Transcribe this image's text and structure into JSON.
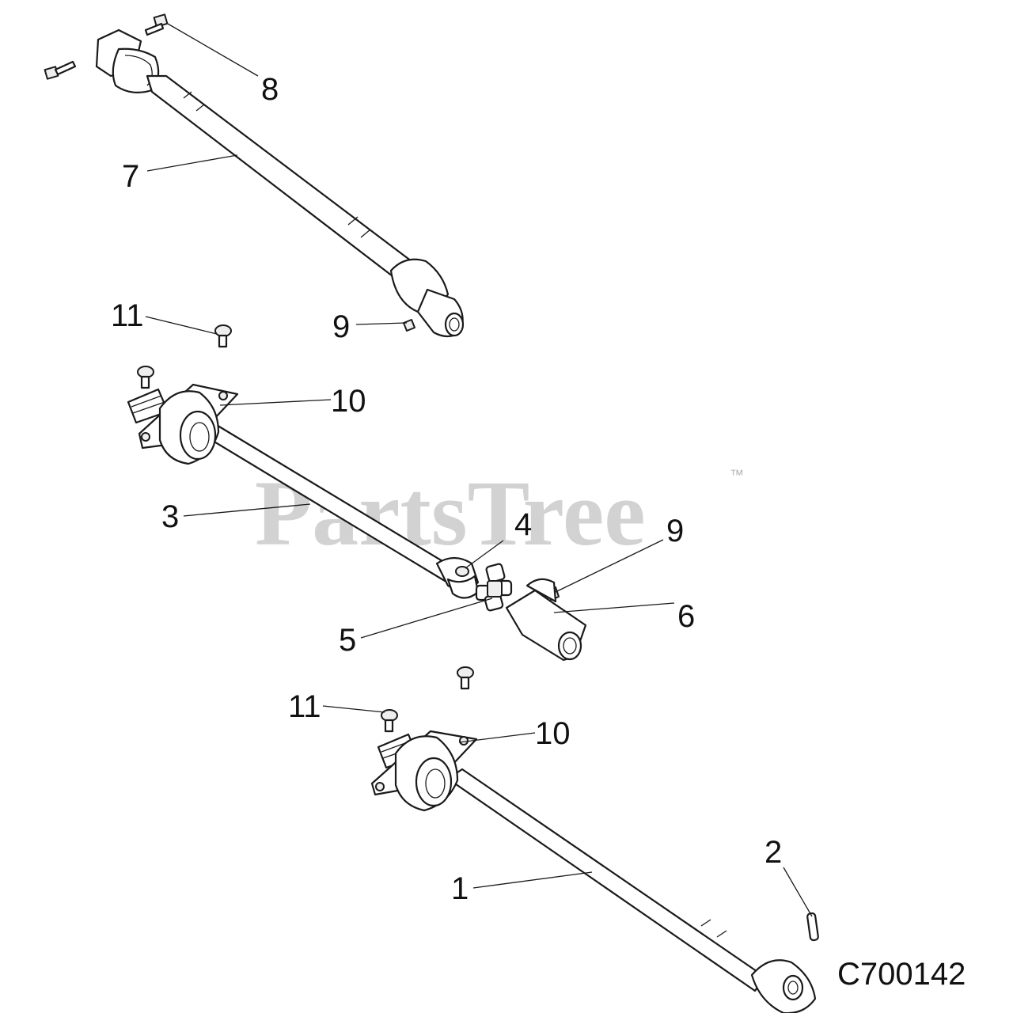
{
  "watermark": {
    "text": "PartsTree",
    "trademark": "™"
  },
  "figure_code": "C700142",
  "callouts": [
    {
      "id": "c8",
      "label": "8"
    },
    {
      "id": "c7",
      "label": "7"
    },
    {
      "id": "c11a",
      "label": "11"
    },
    {
      "id": "c9a",
      "label": "9"
    },
    {
      "id": "c10a",
      "label": "10"
    },
    {
      "id": "c3",
      "label": "3"
    },
    {
      "id": "c4",
      "label": "4"
    },
    {
      "id": "c9b",
      "label": "9"
    },
    {
      "id": "c5",
      "label": "5"
    },
    {
      "id": "c6",
      "label": "6"
    },
    {
      "id": "c11b",
      "label": "11"
    },
    {
      "id": "c10b",
      "label": "10"
    },
    {
      "id": "c2",
      "label": "2"
    },
    {
      "id": "c1",
      "label": "1"
    }
  ]
}
